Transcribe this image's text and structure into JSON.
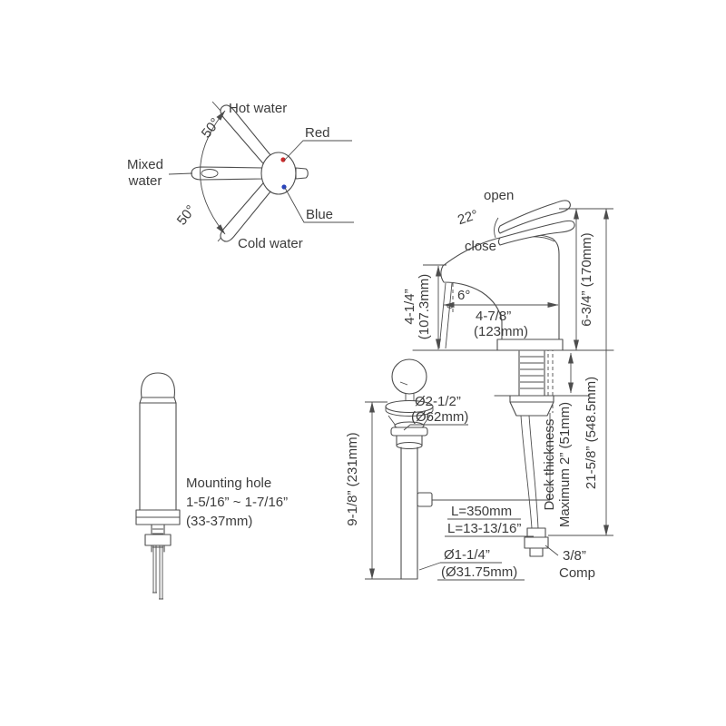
{
  "meta": {
    "title": "Single-handle faucet installation drawing"
  },
  "colors": {
    "line": "#4d4d4d",
    "text": "#3c3c3c",
    "hot": "#cc2a2a",
    "cold": "#2a44bb"
  },
  "top_view": {
    "hot_water": "Hot water",
    "hot_angle": "50°",
    "mixed_line1": "Mixed",
    "mixed_line2": "water",
    "cold_angle": "50°",
    "cold_water": "Cold water",
    "red": "Red",
    "blue": "Blue"
  },
  "front_view": {
    "mounting_line1": "Mounting hole",
    "mounting_line2": "1-5/16” ~ 1-7/16”",
    "mounting_line3": "(33-37mm)"
  },
  "side_view": {
    "open": "open",
    "close": "close",
    "handle_angle": "22°",
    "stream_angle": "6°",
    "height_in": "4-1/4”",
    "height_mm": "(107.3mm)",
    "reach_in": "4-7/8”",
    "reach_mm": "(123mm)",
    "total_height": "6-3/4” (170mm)",
    "overall_length": "21-5/8” (548.5mm)",
    "deck_line1": "Deck thickness",
    "deck_line2": "Maximum 2” (51mm)",
    "flange_in": "Ø2-1/2”",
    "flange_mm": "(Ø62mm)",
    "drain_length": "9-1/8” (231mm)",
    "hose_mm": "L=350mm",
    "hose_in": "L=13-13/16”",
    "pipe_in": "Ø1-1/4”",
    "pipe_mm": "(Ø31.75mm)",
    "conn_size": "3/8”",
    "conn_type": "Comp"
  }
}
